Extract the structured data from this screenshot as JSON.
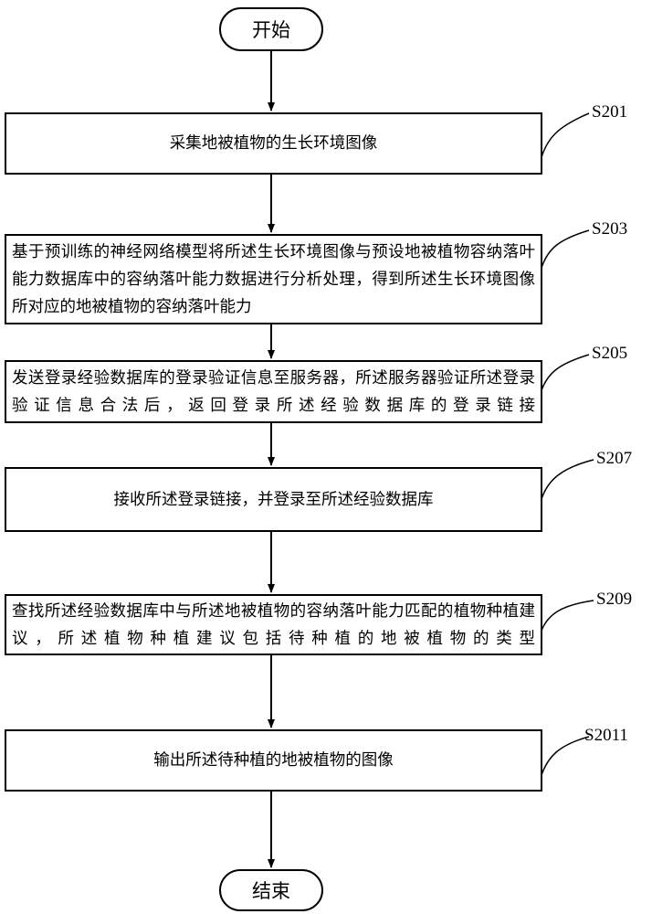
{
  "start_label": "开始",
  "end_label": "结束",
  "steps": [
    {
      "id": "S201",
      "text": "采集地被植物的生长环境图像"
    },
    {
      "id": "S203",
      "text": "基于预训练的神经网络模型将所述生长环境图像与预设地被植物容纳落叶能力数据库中的容纳落叶能力数据进行分析处理，得到所述生长环境图像所对应的地被植物的容纳落叶能力"
    },
    {
      "id": "S205",
      "text": "发送登录经验数据库的登录验证信息至服务器，所述服务器验证所述登录验证信息合法后，返回登录所述经验数据库的登录链接"
    },
    {
      "id": "S207",
      "text": "接收所述登录链接，并登录至所述经验数据库"
    },
    {
      "id": "S209",
      "text": "查找所述经验数据库中与所述地被植物的容纳落叶能力匹配的植物种植建议，所述植物种植建议包括待种植的地被植物的类型"
    },
    {
      "id": "S2011",
      "text": "输出所述待种植的地被植物的图像"
    }
  ]
}
